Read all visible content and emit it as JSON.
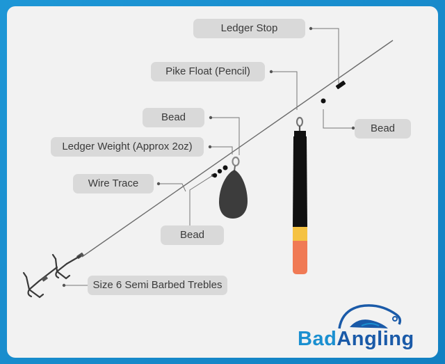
{
  "labels": {
    "ledger_stop": "Ledger Stop",
    "pike_float": "Pike Float (Pencil)",
    "bead_top_right": "Bead",
    "bead_upper": "Bead",
    "ledger_weight": "Ledger Weight (Approx 2oz)",
    "wire_trace": "Wire Trace",
    "bead_lower": "Bead",
    "trebles": "Size 6 Semi Barbed Trebles"
  },
  "brand": {
    "part1": "Bad",
    "part2": "Angling"
  },
  "colors": {
    "frame": "#1a8fd0",
    "panel": "#f2f2f2",
    "label_bg": "#d9d9d9",
    "float_body": "#111111",
    "float_band": "#f5c242",
    "float_tip": "#f07a55",
    "weight": "#3c3c3c"
  }
}
